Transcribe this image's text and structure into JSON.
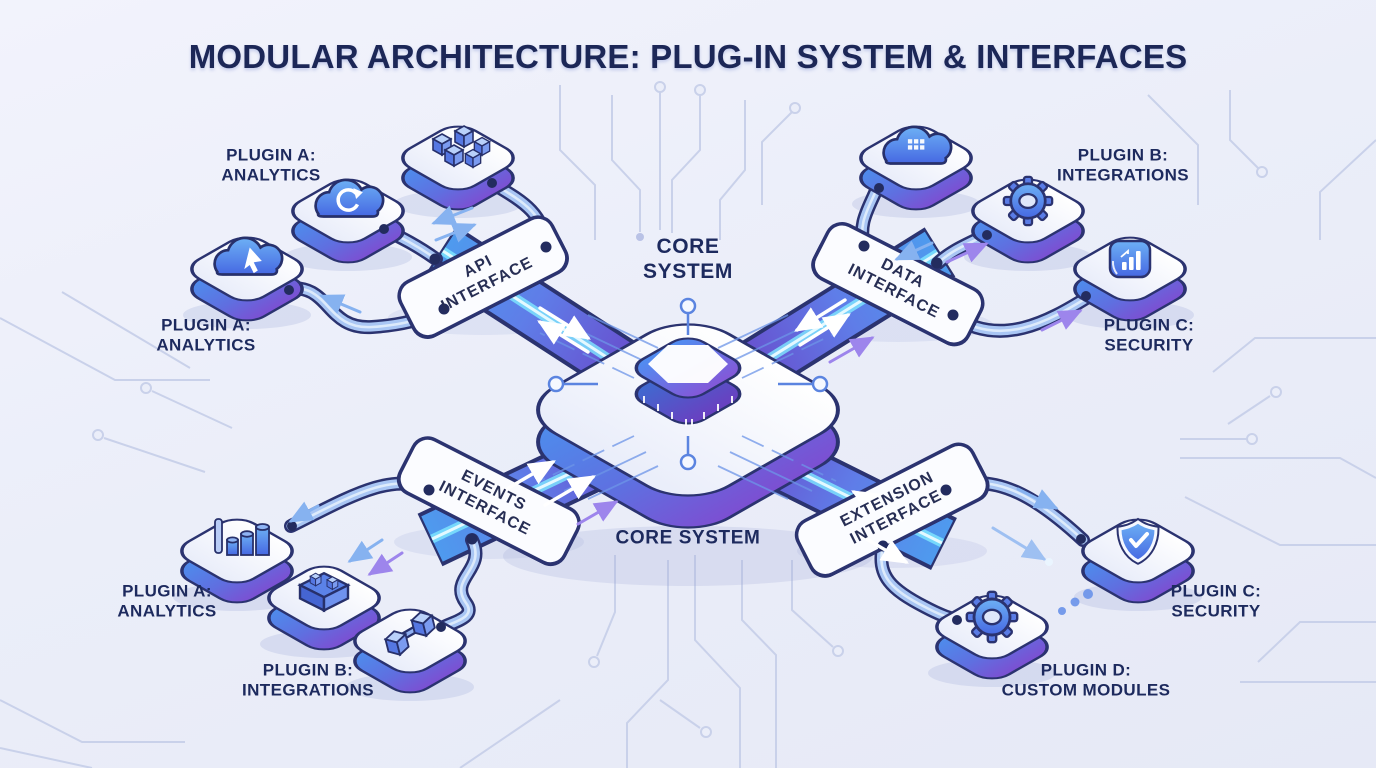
{
  "title": "MODULAR ARCHITECTURE: PLUG-IN SYSTEM & INTERFACES",
  "core": {
    "top_label_line1": "CORE",
    "top_label_line2": "SYSTEM",
    "bottom_label": "CORE SYSTEM"
  },
  "interfaces": [
    {
      "id": "api",
      "line1": "API",
      "line2": "INTERFACE"
    },
    {
      "id": "data",
      "line1": "DATA",
      "line2": "INTERFACE"
    },
    {
      "id": "events",
      "line1": "EVENTS",
      "line2": "INTERFACE"
    },
    {
      "id": "extension",
      "line1": "EXTENSION",
      "line2": "INTERFACE"
    }
  ],
  "plugin_labels": [
    {
      "id": "plugin-a-upper-left",
      "line1": "PLUGIN A:",
      "line2": "ANALYTICS"
    },
    {
      "id": "plugin-a-mid-left",
      "line1": "PLUGIN A:",
      "line2": "ANALYTICS"
    },
    {
      "id": "plugin-b-upper-right",
      "line1": "PLUGIN B:",
      "line2": "INTEGRATIONS"
    },
    {
      "id": "plugin-c-mid-right",
      "line1": "PLUGIN C:",
      "line2": "SECURITY"
    },
    {
      "id": "plugin-a-lower-left",
      "line1": "PLUGIN A:",
      "line2": "ANALYTICS"
    },
    {
      "id": "plugin-b-lower-left",
      "line1": "PLUGIN B:",
      "line2": "INTEGRATIONS"
    },
    {
      "id": "plugin-c-lower-right",
      "line1": "PLUGIN C:",
      "line2": "SECURITY"
    },
    {
      "id": "plugin-d-lower-right",
      "line1": "PLUGIN D:",
      "line2": "CUSTOM MODULES"
    }
  ],
  "icons": {
    "tile_blocks": "blocks-3d-icon",
    "tile_cloud_sync": "cloud-sync-icon",
    "tile_cloud_upload": "cloud-cursor-icon",
    "tile_cloud_database": "cloud-database-icon",
    "tile_gear_integrations": "gear-icon",
    "tile_shield_chart": "shield-chart-icon",
    "tile_bar_chart": "bar-chart-icon",
    "tile_module_box": "module-box-icon",
    "tile_connector": "connector-plug-icon",
    "tile_shield_check": "shield-check-icon",
    "tile_gear_custom": "gear-icon",
    "core_chip": "processor-chip-icon"
  },
  "colors": {
    "background": "#ebeef9",
    "title_text": "#1c2757",
    "label_text": "#1d2a5e",
    "outline_navy": "#2b3370",
    "tile_side_blue": "#4e8cec",
    "tile_side_purple": "#7c4fd2",
    "ribbon_glow_cyan": "#7fe8ff",
    "tube_blue": "#a9c6f4",
    "circuit_trace": "#c9d1ea"
  }
}
